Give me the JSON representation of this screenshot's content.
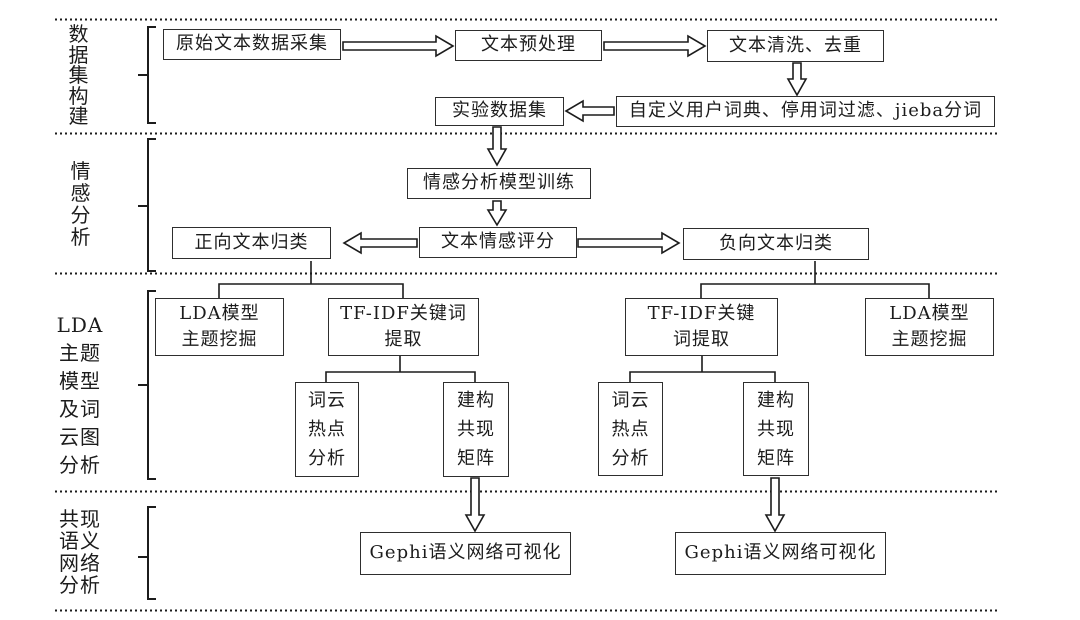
{
  "diagram": {
    "title_hint": "text-mining-analysis-flowchart",
    "line_color": "#2e2e2e",
    "background": "#ffffff"
  },
  "sections": [
    {
      "id": "dataset-construction",
      "label": "数\n据\n集\n构\n建"
    },
    {
      "id": "sentiment-analysis",
      "label": "情\n感\n分\n析"
    },
    {
      "id": "lda-wordcloud",
      "label": "LDA\n主题\n模型\n及词\n云图\n分析"
    },
    {
      "id": "cooccurrence-network",
      "label": "共现\n语义\n网络\n分析"
    }
  ],
  "boxes": {
    "raw_collect": "原始文本数据采集",
    "preprocess": "文本预处理",
    "clean": "文本清洗、去重",
    "dataset": "实验数据集",
    "dict": "自定义用户词典、停用词过滤、jieba分词",
    "model_train": "情感分析模型训练",
    "score": "文本情感评分",
    "positive": "正向文本归类",
    "negative": "负向文本归类",
    "lda_left": "LDA模型\n主题挖掘",
    "tfidf_left": "TF-IDF关键词\n提取",
    "tfidf_right": "TF-IDF关键\n词提取",
    "lda_right": "LDA模型\n主题挖掘",
    "wordcloud_left": "词云\n热点\n分析",
    "matrix_left": "建构\n共现\n矩阵",
    "wordcloud_right": "词云\n热点\n分析",
    "matrix_right": "建构\n共现\n矩阵",
    "gephi_left": "Gephi语义网络可视化",
    "gephi_right": "Gephi语义网络可视化"
  }
}
